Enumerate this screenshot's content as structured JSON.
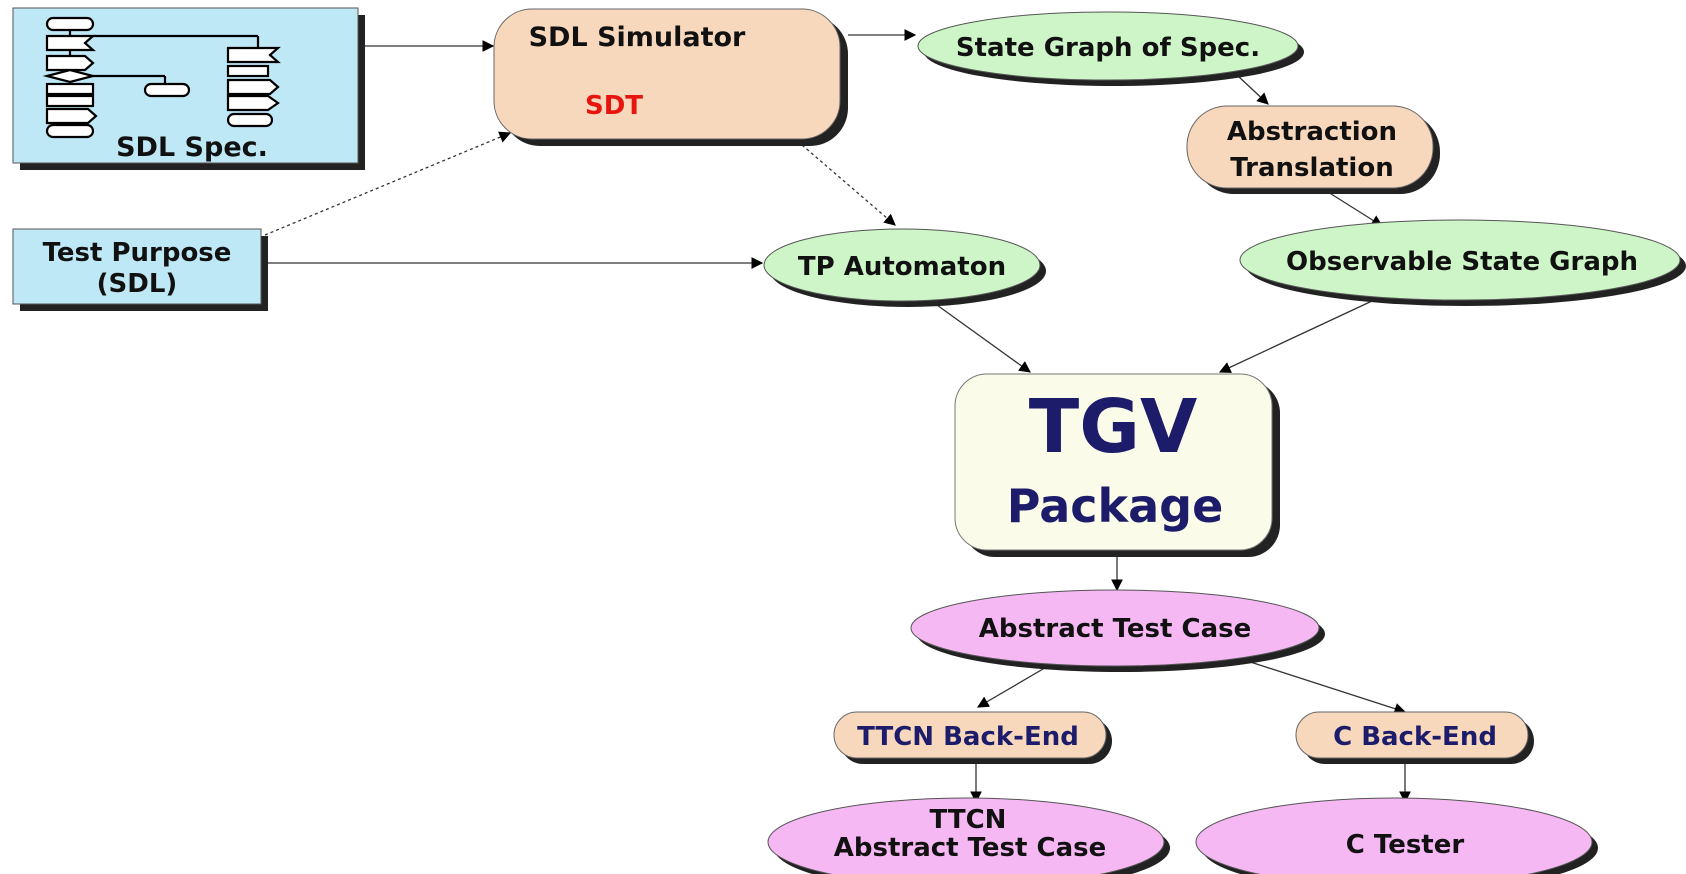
{
  "nodes": {
    "sdl_spec": {
      "label": "SDL Spec."
    },
    "test_purpose": {
      "line1": "Test Purpose",
      "line2": "(SDL)"
    },
    "sdl_simulator": {
      "label": "SDL Simulator",
      "sublabel": "SDT"
    },
    "state_graph": {
      "label": "State Graph of Spec."
    },
    "abstraction": {
      "line1": "Abstraction",
      "line2": "Translation"
    },
    "tp_automaton": {
      "label": "TP Automaton"
    },
    "observable": {
      "label": "Observable State Graph"
    },
    "tgv": {
      "line1": "TGV",
      "line2": "Package"
    },
    "abstract_test_case": {
      "label": "Abstract Test Case"
    },
    "ttcn_backend": {
      "label": "TTCN Back-End"
    },
    "c_backend": {
      "label": "C Back-End"
    },
    "ttcn_atc": {
      "line1": "TTCN",
      "line2": "Abstract Test Case"
    },
    "c_tester": {
      "label": "C Tester"
    }
  },
  "colors": {
    "blue_box": "#bfe8f7",
    "peach": "#f7d8bd",
    "green": "#cdf5c7",
    "magenta": "#f5b8f3",
    "tgv_fill": "#fbfbea",
    "sdt_red": "#e8140e",
    "label_navy": "#1c1c6a"
  }
}
